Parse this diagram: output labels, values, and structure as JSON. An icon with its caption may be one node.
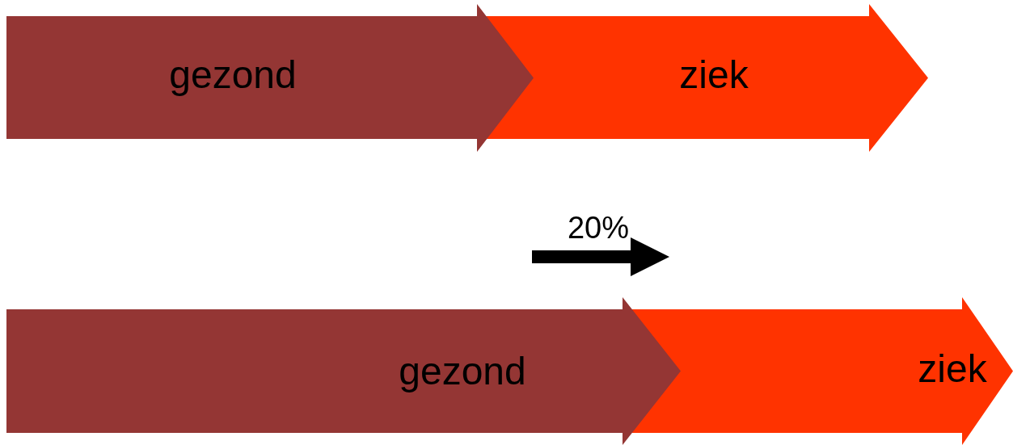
{
  "diagram": {
    "nodes": [
      {
        "text": [
          "gezond"
        ]
      },
      {
        "text": [
          "ziek"
        ]
      },
      {
        "text": [
          "gezond"
        ]
      },
      {
        "text": [
          "ziek"
        ]
      }
    ],
    "labels": [
      "20%"
    ]
  }
}
